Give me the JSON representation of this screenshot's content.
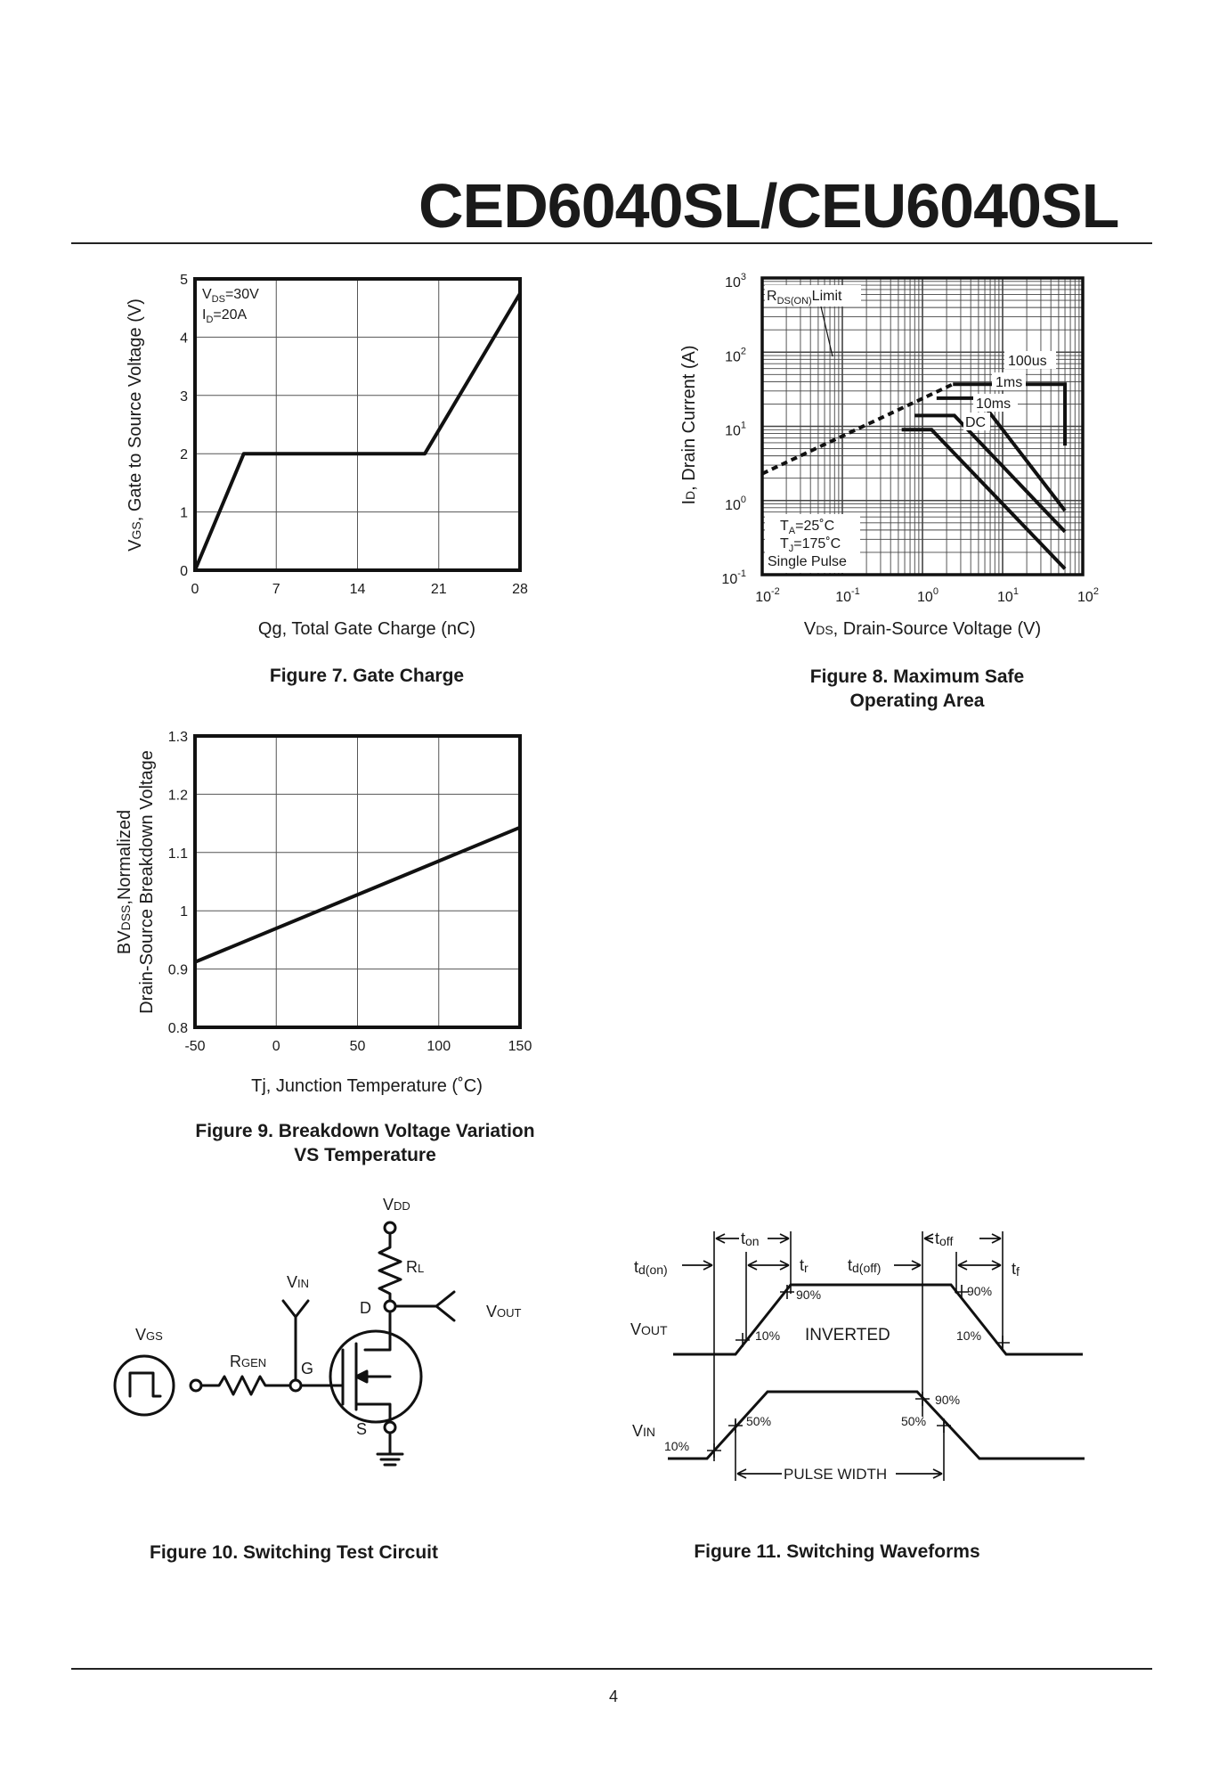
{
  "header": {
    "title": "CED6040SL/CEU6040SL"
  },
  "footer": {
    "page_number": "4"
  },
  "fig7": {
    "caption": "Figure 7. Gate Charge",
    "ylabel_prefix": "V",
    "ylabel_sub": "GS",
    "ylabel_rest": ", Gate to Source Voltage (V)",
    "xlabel": "Qg, Total Gate Charge (nC)",
    "legend": {
      "l1_main": "V",
      "l1_sub": "DS",
      "l1_val": "=30V",
      "l2_main": "I",
      "l2_sub": "D",
      "l2_val": "=20A"
    }
  },
  "fig8": {
    "caption_l1": "Figure 8. Maximum Safe",
    "caption_l2": "Operating Area",
    "ylabel_prefix": "I",
    "ylabel_sub": "D",
    "ylabel_rest": ", Drain Current (A)",
    "xlabel_prefix": "V",
    "xlabel_sub": "DS",
    "xlabel_rest": ", Drain-Source Voltage (V)",
    "rds_main": "R",
    "rds_sub": "DS(ON)",
    "rds_rest": "Limit",
    "label_100us": "100us",
    "label_1ms": "1ms",
    "label_10ms": "10ms",
    "label_dc": "DC",
    "cond_ta_main": "T",
    "cond_ta_sub": "A",
    "cond_ta_val": "=25˚C",
    "cond_tj_main": "T",
    "cond_tj_sub": "J",
    "cond_tj_val": "=175˚C",
    "cond_pulse": "Single Pulse",
    "tick_base": "10"
  },
  "fig9": {
    "caption_l1": "Figure 9. Breakdown Voltage Variation",
    "caption_l2": "VS Temperature",
    "ylabel_l1_prefix": "BV",
    "ylabel_l1_sub": "DSS",
    "ylabel_l1_rest": ",Normalized",
    "ylabel_l2": "Drain-Source Breakdown Voltage",
    "xlabel": "Tj, Junction Temperature (˚C)"
  },
  "fig10": {
    "caption": "Figure 10. Switching Test Circuit",
    "vdd_main": "V",
    "vdd_sub": "DD",
    "rl_main": "R",
    "rl_sub": "L",
    "vin_main": "V",
    "vin_sub": "IN",
    "d": "D",
    "vout_main": "V",
    "vout_sub": "OUT",
    "vgs_main": "V",
    "vgs_sub": "GS",
    "rgen_main": "R",
    "rgen_sub": "GEN",
    "g": "G",
    "s": "S"
  },
  "fig11": {
    "caption": "Figure 11. Switching Waveforms",
    "ton_main": "t",
    "ton_sub": "on",
    "toff_main": "t",
    "toff_sub": "off",
    "tdon_main": "t",
    "tdon_sub": "d(on)",
    "tr_main": "t",
    "tr_sub": "r",
    "tdoff_main": "t",
    "tdoff_sub": "d(off)",
    "tf_main": "t",
    "tf_sub": "f",
    "vout_main": "V",
    "vout_sub": "OUT",
    "vin_main": "V",
    "vin_sub": "IN",
    "pct_90a": "90%",
    "pct_10a": "10%",
    "inverted": "INVERTED",
    "pct_90b": "90%",
    "pct_10b": "10%",
    "pct_90c": "90%",
    "pct_50a": "50%",
    "pct_50b": "50%",
    "pct_10c": "10%",
    "pulse_width": "PULSE WIDTH"
  },
  "chart_data": [
    {
      "type": "line",
      "xlabel": "Qg, Total Gate Charge (nC)",
      "ylabel": "VGS, Gate to Source Voltage (V)",
      "xlim": [
        0,
        28
      ],
      "ylim": [
        0,
        5
      ],
      "x_ticks": [
        0,
        7,
        14,
        21,
        28
      ],
      "y_ticks": [
        0,
        1,
        2,
        3,
        4,
        5
      ],
      "grid": true,
      "series": [
        {
          "x": [
            0,
            4.2,
            19.8,
            28
          ],
          "y": [
            0,
            2,
            2,
            4.75
          ]
        }
      ]
    },
    {
      "type": "line",
      "xlabel": "VDS, Drain-Source Voltage (V)",
      "ylabel": "ID, Drain Current (A)",
      "x_scale": "log",
      "y_scale": "log",
      "xlim": [
        0.01,
        100
      ],
      "ylim": [
        0.1,
        1000
      ],
      "x_tick_exponents": [
        -2,
        -1,
        0,
        1,
        2
      ],
      "y_tick_exponents": [
        -1,
        0,
        1,
        2,
        3
      ],
      "grid": true,
      "series": [
        {
          "name": "RDS(ON)Limit",
          "x": [
            0.01,
            2.4
          ],
          "y": [
            2.3,
            37
          ]
        },
        {
          "name": "100us",
          "x": [
            2.4,
            60,
            60
          ],
          "y": [
            37,
            37,
            5.5
          ]
        },
        {
          "name": "1ms",
          "x": [
            1.5,
            5,
            60
          ],
          "y": [
            24,
            24,
            0.73
          ]
        },
        {
          "name": "10ms",
          "x": [
            0.8,
            2.5,
            60
          ],
          "y": [
            14,
            14,
            0.38
          ]
        },
        {
          "name": "DC",
          "x": [
            0.55,
            1.3,
            60
          ],
          "y": [
            9,
            9,
            0.12
          ]
        }
      ]
    },
    {
      "type": "line",
      "xlabel": "Tj, Junction Temperature (˚C)",
      "ylabel": "BVDSS,Normalized Drain-Source Breakdown Voltage",
      "xlim": [
        -50,
        150
      ],
      "ylim": [
        0.8,
        1.3
      ],
      "x_ticks": [
        -50,
        0,
        50,
        100,
        150
      ],
      "y_ticks": [
        0.8,
        0.9,
        1,
        1.1,
        1.2,
        1.3
      ],
      "grid": true,
      "series": [
        {
          "x": [
            -50,
            150
          ],
          "y": [
            0.912,
            1.143
          ]
        }
      ]
    }
  ]
}
